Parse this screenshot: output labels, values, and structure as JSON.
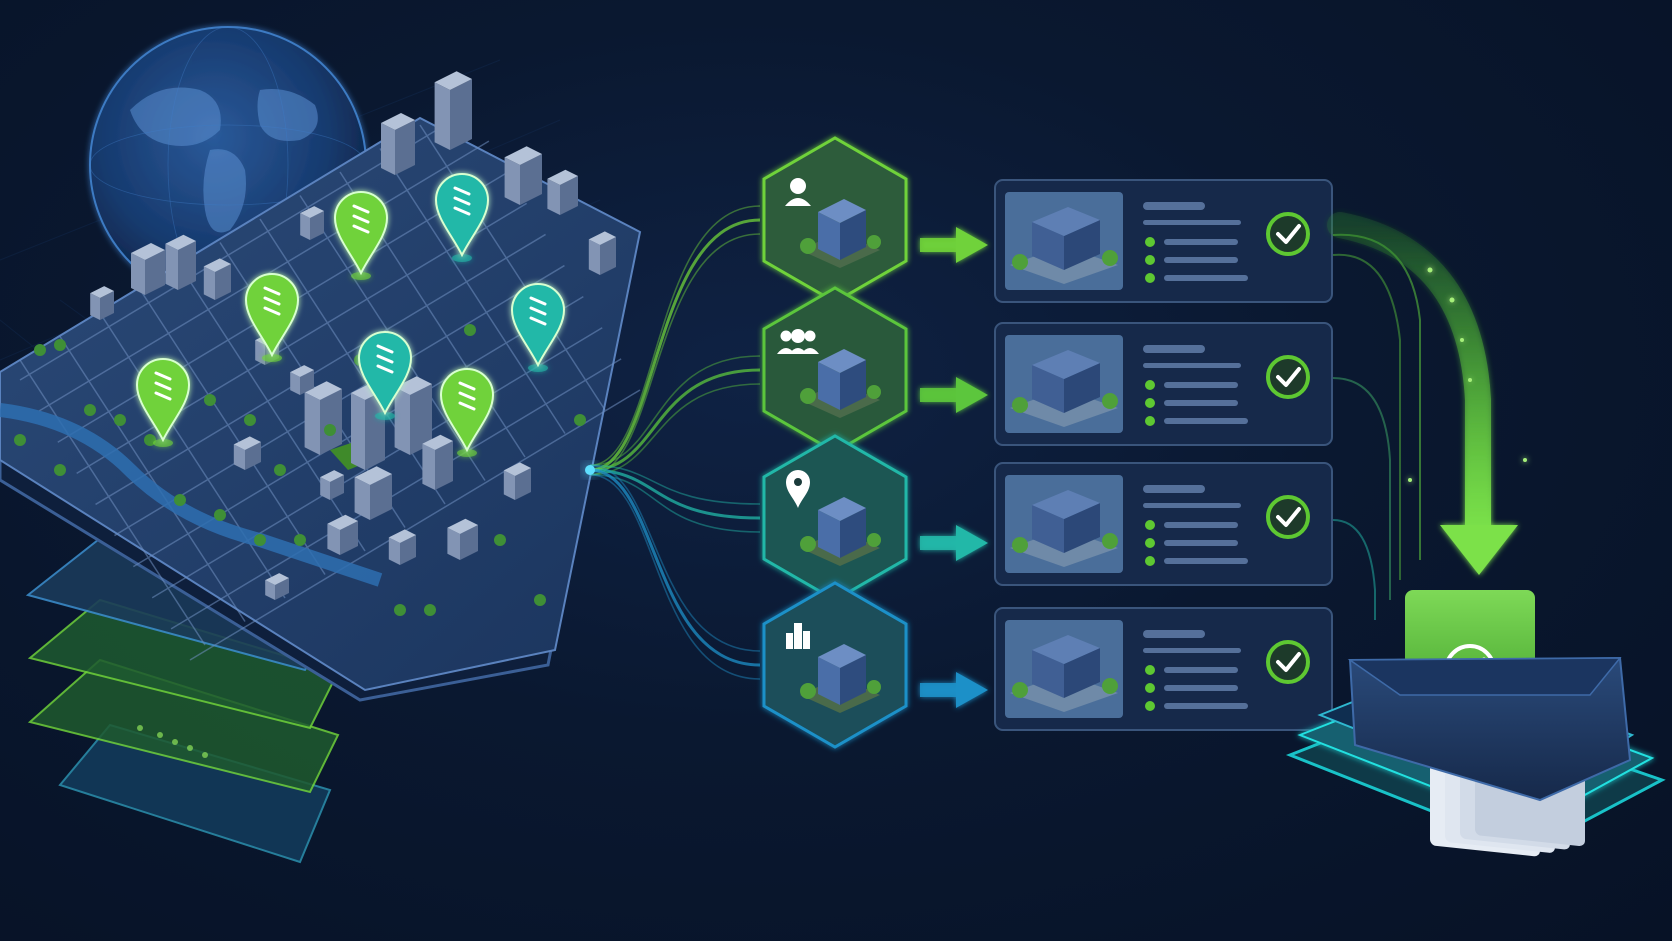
{
  "palette": {
    "background": "#0a1830",
    "accent_green": "#6fd23a",
    "accent_teal": "#22b8a8",
    "accent_blue": "#1e90c8",
    "card_bg": "#16294a",
    "card_border": "#3a557c",
    "check_green": "#5ec832"
  },
  "icons": {
    "globe": "globe-icon",
    "map_pin": "map-pin-icon",
    "person": "person-icon",
    "group": "group-icon",
    "location": "location-pin-icon",
    "city": "city-skyline-icon",
    "check": "check-icon",
    "arrow": "arrow-right-icon",
    "archive": "archive-tray-icon"
  },
  "segments": [
    {
      "icon": "person-icon",
      "color": "#6fd23a"
    },
    {
      "icon": "group-icon",
      "color": "#5cc63c"
    },
    {
      "icon": "location-pin-icon",
      "color": "#22b8a8"
    },
    {
      "icon": "city-skyline-icon",
      "color": "#1e90c8"
    }
  ],
  "results": [
    {
      "status": "verified"
    },
    {
      "status": "verified"
    },
    {
      "status": "verified"
    },
    {
      "status": "verified"
    }
  ]
}
